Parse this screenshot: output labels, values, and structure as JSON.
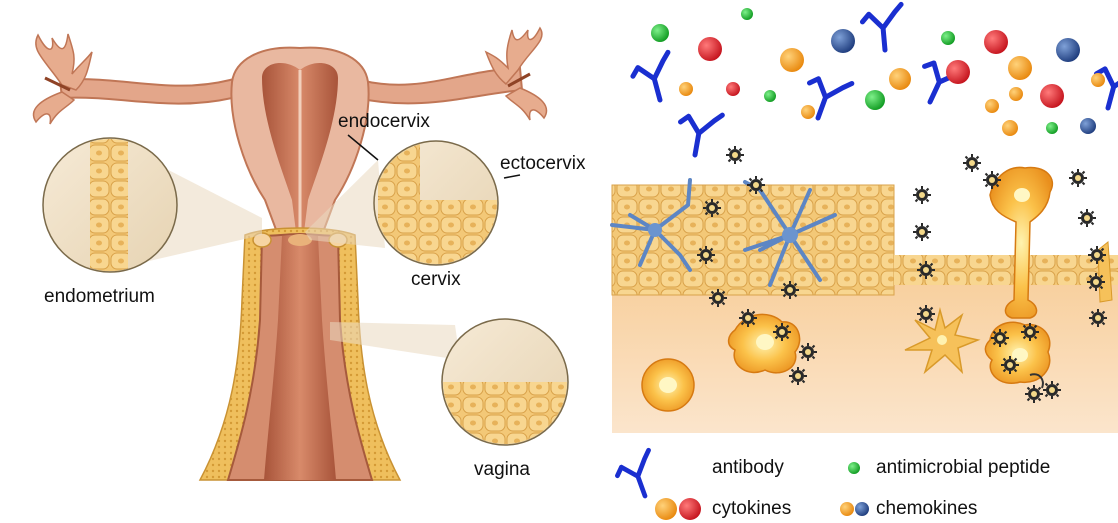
{
  "left_panel": {
    "labels": {
      "endocervix": "endocervix",
      "ectocervix": "ectocervix",
      "endometrium": "endometrium",
      "cervix": "cervix",
      "vagina": "vagina"
    }
  },
  "legend": {
    "antibody": "antibody",
    "antimicrobial_peptide": "antimicrobial peptide",
    "cytokines": "cytokines",
    "chemokines": "chemokines"
  },
  "colors": {
    "antibody": "#1a2fd0",
    "peptide": "#18b82a",
    "cytokine_orange": "#f39a1c",
    "cytokine_red": "#e01f2a",
    "chemokine_blue": "#2a4f9a",
    "tissue_pink": "#d9a184",
    "tissue_dark": "#b5623f",
    "epithelium": "#f7c86b",
    "stroma": "#f6c893"
  }
}
